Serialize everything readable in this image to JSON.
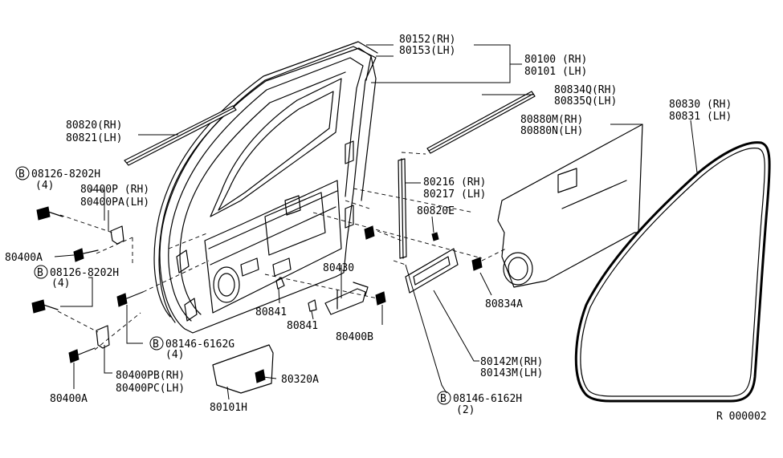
{
  "diagram": {
    "title": "Front Door Panel & Fitting",
    "code": "R 000002"
  },
  "labels": {
    "l80152": "80152(RH)",
    "l80153": "80153(LH)",
    "l80100": "80100 (RH)",
    "l80101": "80101 (LH)",
    "l80834q": "80834Q(RH)",
    "l80835q": "80835Q(LH)",
    "l80820": "80820(RH)",
    "l80821": "80821(LH)",
    "l80880m": "80880M(RH)",
    "l80880n": "80880N(LH)",
    "l80830": "80830 (RH)",
    "l80831": "80831 (LH)",
    "b08126a": "08126-8202H",
    "b08126a_qty": "(4)",
    "l80400p": "80400P (RH)",
    "l80400pa": "80400PA(LH)",
    "l80216": "80216 (RH)",
    "l80217": "80217 (LH)",
    "l80820e": "80820E",
    "l80400a_1": "80400A",
    "b08126b": "08126-8202H",
    "b08126b_qty": "(4)",
    "l80430": "80430",
    "l80834a": "80834A",
    "l80841_a": "80841",
    "l80841_b": "80841",
    "l80400b": "80400B",
    "b08146a": "08146-6162G",
    "b08146a_qty": "(4)",
    "l80142m": "80142M(RH)",
    "l80143m": "80143M(LH)",
    "l80400pb": "80400PB(RH)",
    "l80400pc": "80400PC(LH)",
    "l80320a": "80320A",
    "l80400a_2": "80400A",
    "l80101h": "80101H",
    "b08146b": "08146-6162H",
    "b08146b_qty": "(2)",
    "bolt_marker": "B"
  }
}
